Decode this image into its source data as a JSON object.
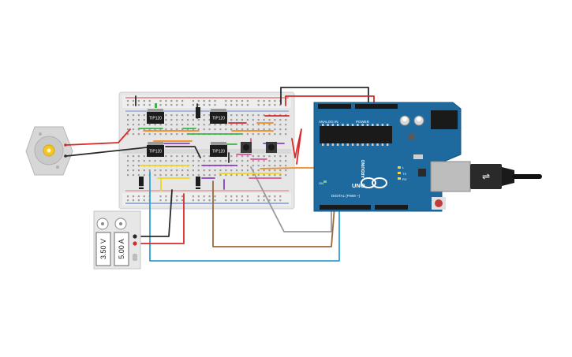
{
  "colors": {
    "wire_red": "#d62a2a",
    "wire_black": "#2b2b2b",
    "wire_green": "#3ab54a",
    "wire_yellow": "#f2d51b",
    "wire_orange": "#f28a1c",
    "wire_purple": "#8a3fbf",
    "wire_blue": "#2fa0d4",
    "wire_brown": "#9a6a3c",
    "wire_gray": "#9a9a9a",
    "wire_pink": "#e0529a",
    "arduino_blue": "#1e6a9e",
    "breadboard": "#e6e6e6"
  },
  "transistors": [
    {
      "id": "q1",
      "label": "TIP120"
    },
    {
      "id": "q2",
      "label": "TIP120"
    },
    {
      "id": "q3",
      "label": "TIP120"
    },
    {
      "id": "q4",
      "label": "TIP120"
    }
  ],
  "power_supply": {
    "voltage": "3.50 V",
    "current": "5.00 A"
  },
  "arduino": {
    "model_text": "UNO",
    "brand_text": "ARDUINO",
    "analog_label": "ANALOG IN",
    "power_label": "POWER",
    "digital_label": "DIGITAL (PWM ~)",
    "on_label": "ON",
    "tx_label": "TX",
    "rx_label": "RX",
    "l_label": "L"
  }
}
